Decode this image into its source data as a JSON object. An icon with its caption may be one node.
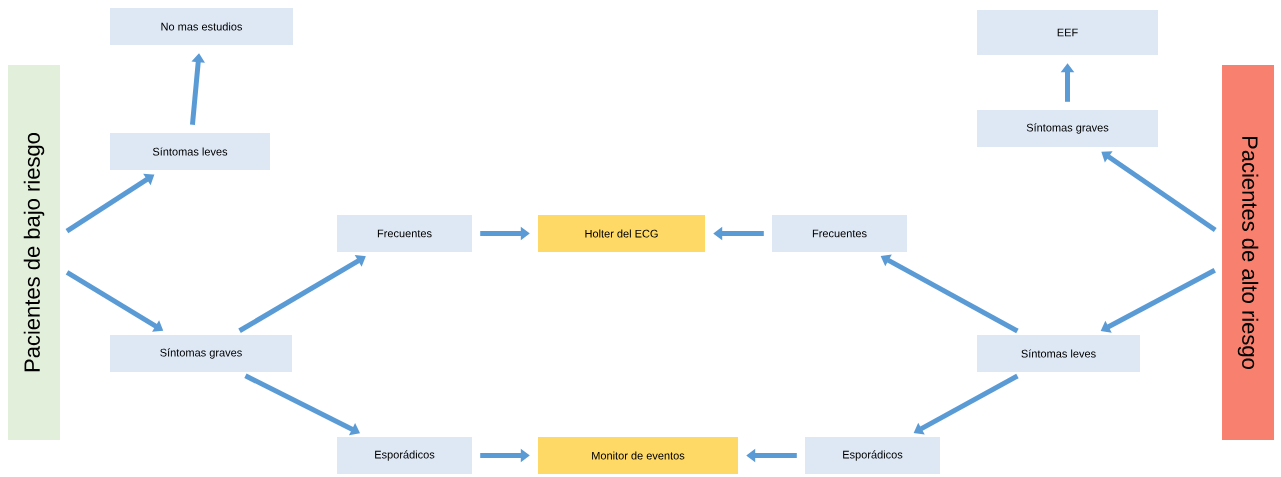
{
  "diagram": {
    "nodes": [
      {
        "text": [
          "Pacientes de bajo riesgo"
        ]
      },
      {
        "text": [
          "No mas estudios"
        ]
      },
      {
        "text": [
          "Síntomas leves"
        ]
      },
      {
        "text": [
          "Síntomas graves"
        ]
      },
      {
        "text": [
          "Frecuentes"
        ]
      },
      {
        "text": [
          "Holter del ECG"
        ]
      },
      {
        "text": [
          "Esporádicos"
        ]
      },
      {
        "text": [
          "Monitor de eventos"
        ]
      },
      {
        "text": [
          "Frecuentes"
        ]
      },
      {
        "text": [
          "Esporádicos"
        ]
      },
      {
        "text": [
          "Síntomas leves"
        ]
      },
      {
        "text": [
          "Síntomas graves"
        ]
      },
      {
        "text": [
          "EEF"
        ]
      },
      {
        "text": [
          "Pacientes de alto riesgo"
        ]
      }
    ],
    "edges": [
      {
        "from": 0,
        "to": 2,
        "arrow": "to"
      },
      {
        "from": 2,
        "to": 1,
        "arrow": "to"
      },
      {
        "from": 0,
        "to": 3,
        "arrow": "to"
      },
      {
        "from": 3,
        "to": 4,
        "arrow": "to"
      },
      {
        "from": 3,
        "to": 6,
        "arrow": "to"
      },
      {
        "from": 4,
        "to": 5,
        "arrow": "to"
      },
      {
        "from": 6,
        "to": 7,
        "arrow": "to"
      },
      {
        "from": 13,
        "to": 11,
        "arrow": "to"
      },
      {
        "from": 11,
        "to": 12,
        "arrow": "to"
      },
      {
        "from": 13,
        "to": 10,
        "arrow": "to"
      },
      {
        "from": 10,
        "to": 8,
        "arrow": "to"
      },
      {
        "from": 10,
        "to": 9,
        "arrow": "to"
      },
      {
        "from": 8,
        "to": 5,
        "arrow": "to"
      },
      {
        "from": 9,
        "to": 7,
        "arrow": "to"
      }
    ]
  }
}
